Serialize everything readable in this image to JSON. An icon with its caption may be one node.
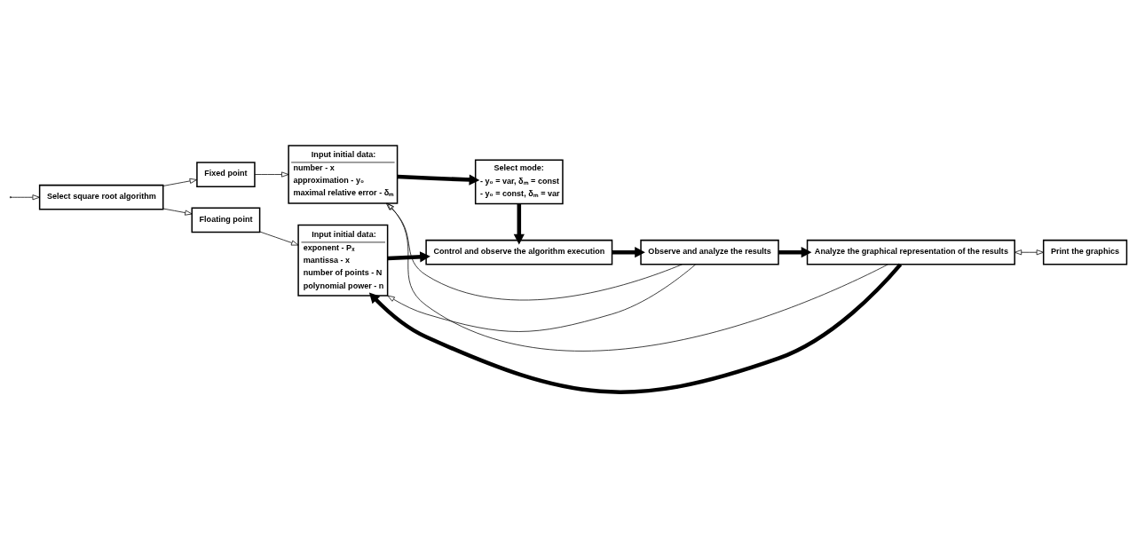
{
  "diagram": {
    "nodes": [
      {
        "text": [
          "Select square root algorithm"
        ]
      },
      {
        "text": [
          "Fixed point"
        ]
      },
      {
        "text": [
          "Input initial data:",
          "number - x",
          "approximation - y₀",
          "maximal relative error - δₘ"
        ]
      },
      {
        "text": [
          "Select mode:",
          "- y₀ = var, δₘ = const",
          "- y₀ = const, δₘ = var"
        ]
      },
      {
        "text": [
          "Input initial data:",
          "exponent - Pₓ",
          "mantissa - x",
          "number of points - N",
          "polynomial power - n"
        ]
      },
      {
        "text": [
          "Floating point"
        ]
      },
      {
        "text": [
          "Control and observe the algorithm execution"
        ]
      },
      {
        "text": [
          "Observe and analyze the results"
        ]
      },
      {
        "text": [
          "Analyze the graphical representation of the results"
        ]
      },
      {
        "text": [
          "Print the graphics"
        ]
      }
    ],
    "edges": [
      {
        "from": null,
        "to": 0,
        "arrow": "to"
      },
      {
        "from": 0,
        "to": 1,
        "arrow": "to"
      },
      {
        "from": 0,
        "to": 5,
        "arrow": "to"
      },
      {
        "from": 1,
        "to": 2,
        "arrow": "to"
      },
      {
        "from": 5,
        "to": 4,
        "arrow": "to"
      },
      {
        "from": 2,
        "to": 3,
        "arrow": "to",
        "style": "thick"
      },
      {
        "from": 3,
        "to": 6,
        "arrow": "to",
        "style": "thick"
      },
      {
        "from": 4,
        "to": 6,
        "arrow": "to",
        "style": "thick"
      },
      {
        "from": 6,
        "to": 7,
        "arrow": "to",
        "style": "thick"
      },
      {
        "from": 7,
        "to": 8,
        "arrow": "to",
        "style": "thick"
      },
      {
        "from": 8,
        "to": 2,
        "arrow": "to"
      },
      {
        "from": 7,
        "to": 2,
        "arrow": "to"
      },
      {
        "from": 8,
        "to": 4,
        "arrow": "to",
        "style": "thick"
      },
      {
        "from": 7,
        "to": 4,
        "arrow": "to"
      },
      {
        "from": 8,
        "to": 9,
        "arrow": "both"
      }
    ]
  }
}
